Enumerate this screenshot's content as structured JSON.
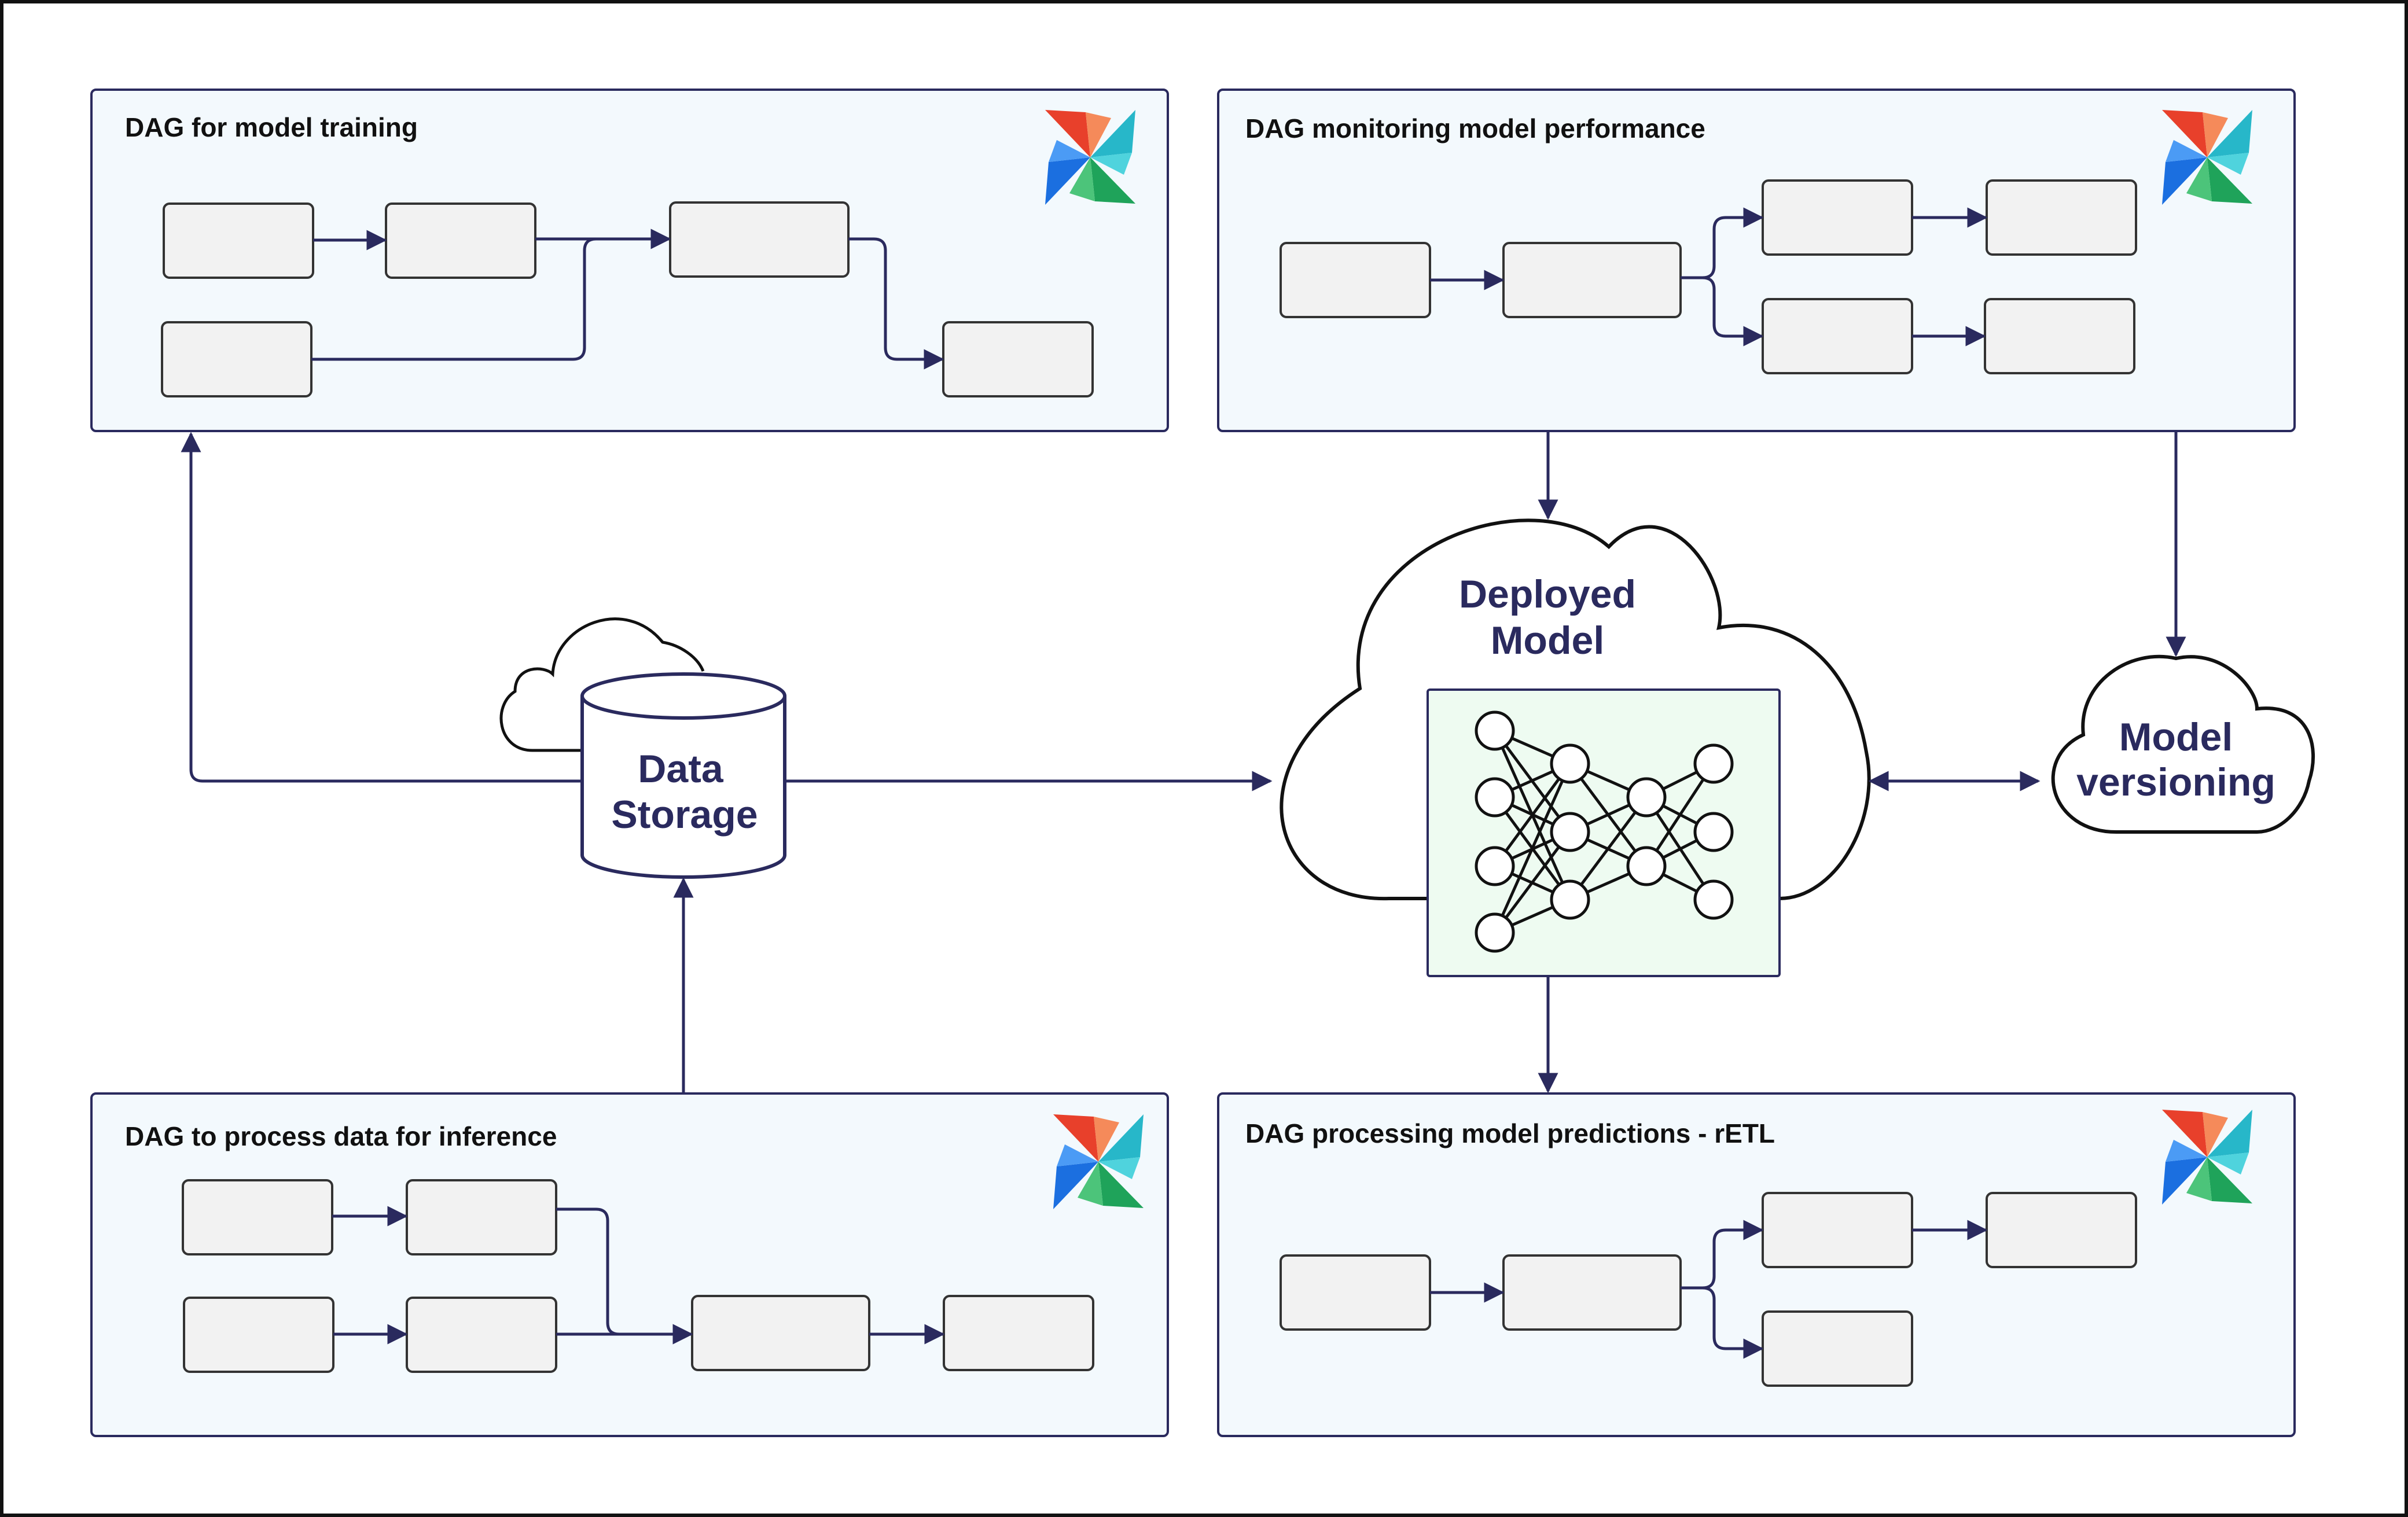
{
  "colors": {
    "navy": "#2a2a5e",
    "panel_fill": "#f3f9fd",
    "task_fill": "#f2f2f2",
    "nn_fill": "#eefbf1",
    "stroke": "#222222"
  },
  "panels": {
    "training": {
      "title": "DAG for model training"
    },
    "monitoring": {
      "title": "DAG monitoring model performance"
    },
    "inference": {
      "title": "DAG to process data for inference"
    },
    "predictions": {
      "title": "DAG processing model predictions - rETL"
    }
  },
  "nodes": {
    "data_storage": {
      "line1": "Data",
      "line2": "Storage"
    },
    "deployed_model": {
      "line1": "Deployed",
      "line2": "Model"
    },
    "model_versioning": {
      "line1": "Model",
      "line2": "versioning"
    }
  },
  "icons": {
    "airflow": "airflow-pinwheel-icon",
    "network": "neural-network-icon"
  }
}
